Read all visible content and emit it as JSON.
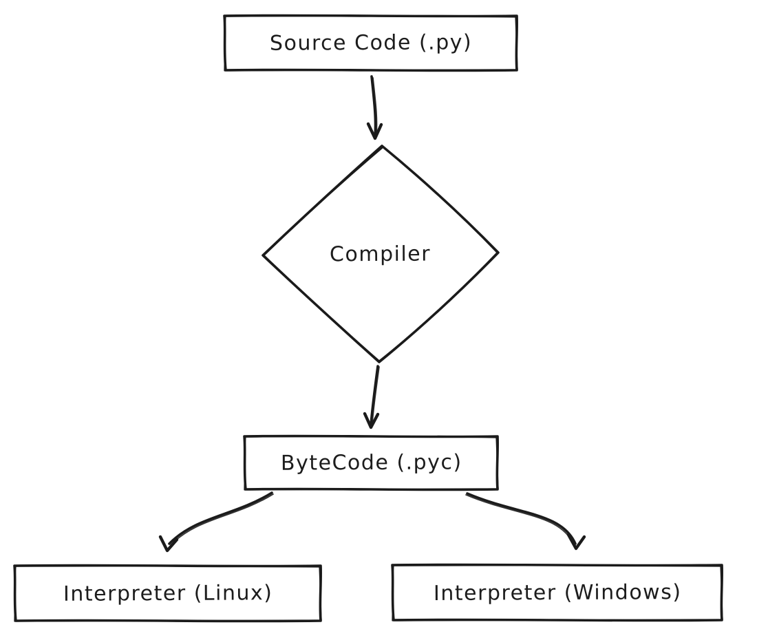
{
  "diagram": {
    "type": "flowchart",
    "style": "hand-drawn",
    "colors": {
      "stroke": "#1b1b1b",
      "text": "#1c1c1c",
      "background": "#ffffff"
    },
    "nodes": {
      "source": {
        "label": "Source Code (.py)",
        "shape": "rectangle"
      },
      "compiler": {
        "label": "Compiler",
        "shape": "diamond"
      },
      "bytecode": {
        "label": "ByteCode (.pyc)",
        "shape": "rectangle"
      },
      "interpreter_linux": {
        "label": "Interpreter (Linux)",
        "shape": "rectangle"
      },
      "interpreter_windows": {
        "label": "Interpreter (Windows)",
        "shape": "rectangle"
      }
    },
    "edges": [
      {
        "from": "source",
        "to": "compiler",
        "arrow": "down"
      },
      {
        "from": "compiler",
        "to": "bytecode",
        "arrow": "down"
      },
      {
        "from": "bytecode",
        "to": "interpreter_linux",
        "arrow": "down-left"
      },
      {
        "from": "bytecode",
        "to": "interpreter_windows",
        "arrow": "down-right"
      }
    ]
  }
}
